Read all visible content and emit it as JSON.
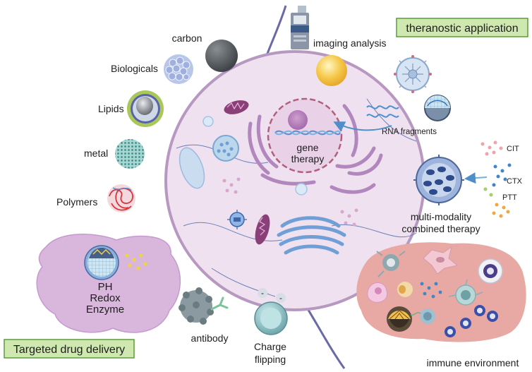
{
  "labels": {
    "theranostic": "theranostic application",
    "targeted": "Targeted drug delivery",
    "carbon": "carbon",
    "biologicals": "Biologicals",
    "lipids": "Lipids",
    "metal": "metal",
    "polymers": "Polymers",
    "imaging": "imaging analysis",
    "rna": "RNA fragments",
    "gene_line1": "gene",
    "gene_line2": "therapy",
    "cit": "CIT",
    "ctx": "CTX",
    "ptt": "PTT",
    "multi_line1": "multi-modality",
    "multi_line2": "combined therapy",
    "ph": "PH",
    "redox": "Redox",
    "enzyme": "Enzyme",
    "antibody": "antibody",
    "charge_line1": "Charge",
    "charge_line2": "flipping",
    "immune": "immune environment",
    "minus1": "-",
    "minus2": "-"
  },
  "colors": {
    "box_fill": "#cfe8b0",
    "box_stroke": "#5a9e3a",
    "cell_fill": "#efe1ef",
    "cell_stroke": "#b798c0",
    "nucleus_stroke": "#b0607e",
    "organelle": "#b187bd",
    "mito": "#8a3f78",
    "golgi": "#7ba6d8",
    "tumor": "#d9b6dc",
    "immune_bg": "#e8a8a4",
    "arrow": "#4f8fc9"
  },
  "icons": [
    "spectrometer-icon",
    "gold-sphere-icon",
    "virus-icon",
    "lipid-nanoparticle-icon",
    "dna-helix-icon",
    "cluster-nanoparticle-icon",
    "dividing-cell-icon"
  ]
}
